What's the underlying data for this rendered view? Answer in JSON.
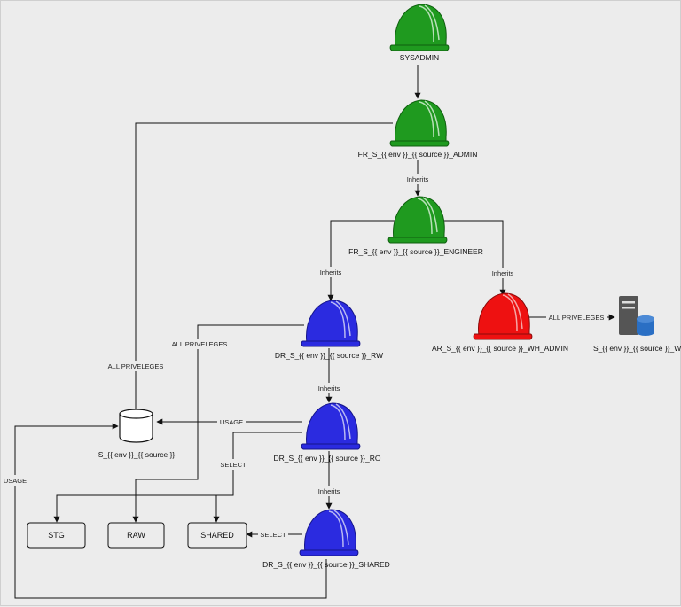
{
  "nodes": {
    "sysadmin": "SYSADMIN",
    "fr_admin": "FR_S_{{ env }}_{{ source }}_ADMIN",
    "fr_engineer": "FR_S_{{ env }}_{{ source }}_ENGINEER",
    "dr_rw": "DR_S_{{ env }}_{{ source }}_RW",
    "dr_ro": "DR_S_{{ env }}_{{ source }}_RO",
    "dr_shared": "DR_S_{{ env }}_{{ source }}_SHARED",
    "ar_wh_admin": "AR_S_{{ env }}_{{ source }}_WH_ADMIN",
    "warehouse": "S_{{ env }}_{{ source }}_WH",
    "database": "S_{{ env }}_{{ source }}"
  },
  "schemas": {
    "stg": "STG",
    "raw": "RAW",
    "shared": "SHARED"
  },
  "edges": {
    "inherits": "Inherits",
    "all_privileges": "ALL PRIVELEGES",
    "usage": "USAGE",
    "select": "SELECT"
  },
  "colors": {
    "admin_role": "#1f9a1f",
    "database_role": "#2b2be0",
    "access_role": "#ee1111",
    "db_server": "#555555",
    "db_cylinder": "#2a6fc4"
  }
}
